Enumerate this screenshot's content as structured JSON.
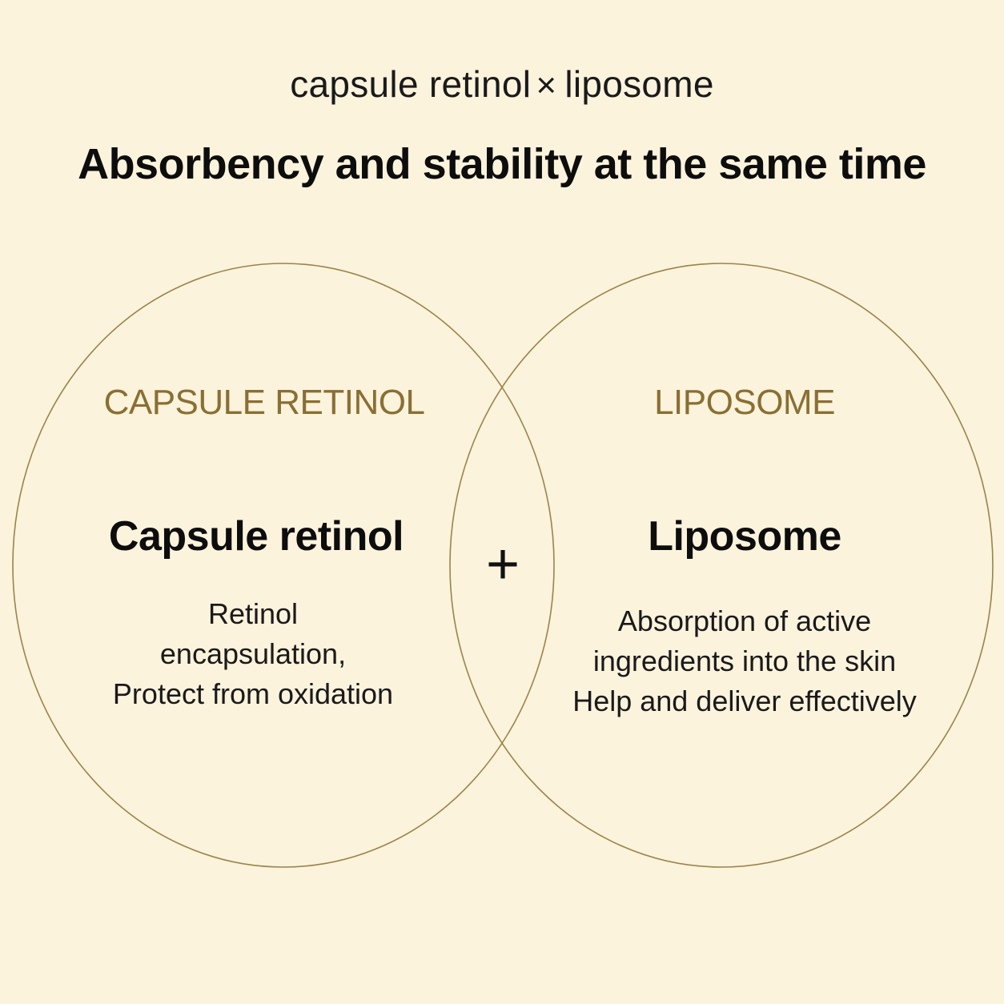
{
  "header": {
    "subtitle_left": "capsule retinol",
    "subtitle_symbol": "×",
    "subtitle_right": "liposome",
    "headline": "Absorbency and stability at the same time"
  },
  "left_circle": {
    "label": "CAPSULE RETINOL",
    "name": "Capsule retinol",
    "description": [
      "Retinol",
      "encapsulation,",
      "Protect from oxidation"
    ]
  },
  "right_circle": {
    "label": "LIPOSOME",
    "name": "Liposome",
    "description": [
      "Absorption of active",
      "ingredients into the skin",
      "Help and deliver effectively"
    ]
  },
  "overlap_symbol": "+",
  "colors": {
    "background": "#fcf3dd",
    "circle_stroke": "#9a8449",
    "label_gold": "#8a6f33",
    "text": "#111111"
  }
}
